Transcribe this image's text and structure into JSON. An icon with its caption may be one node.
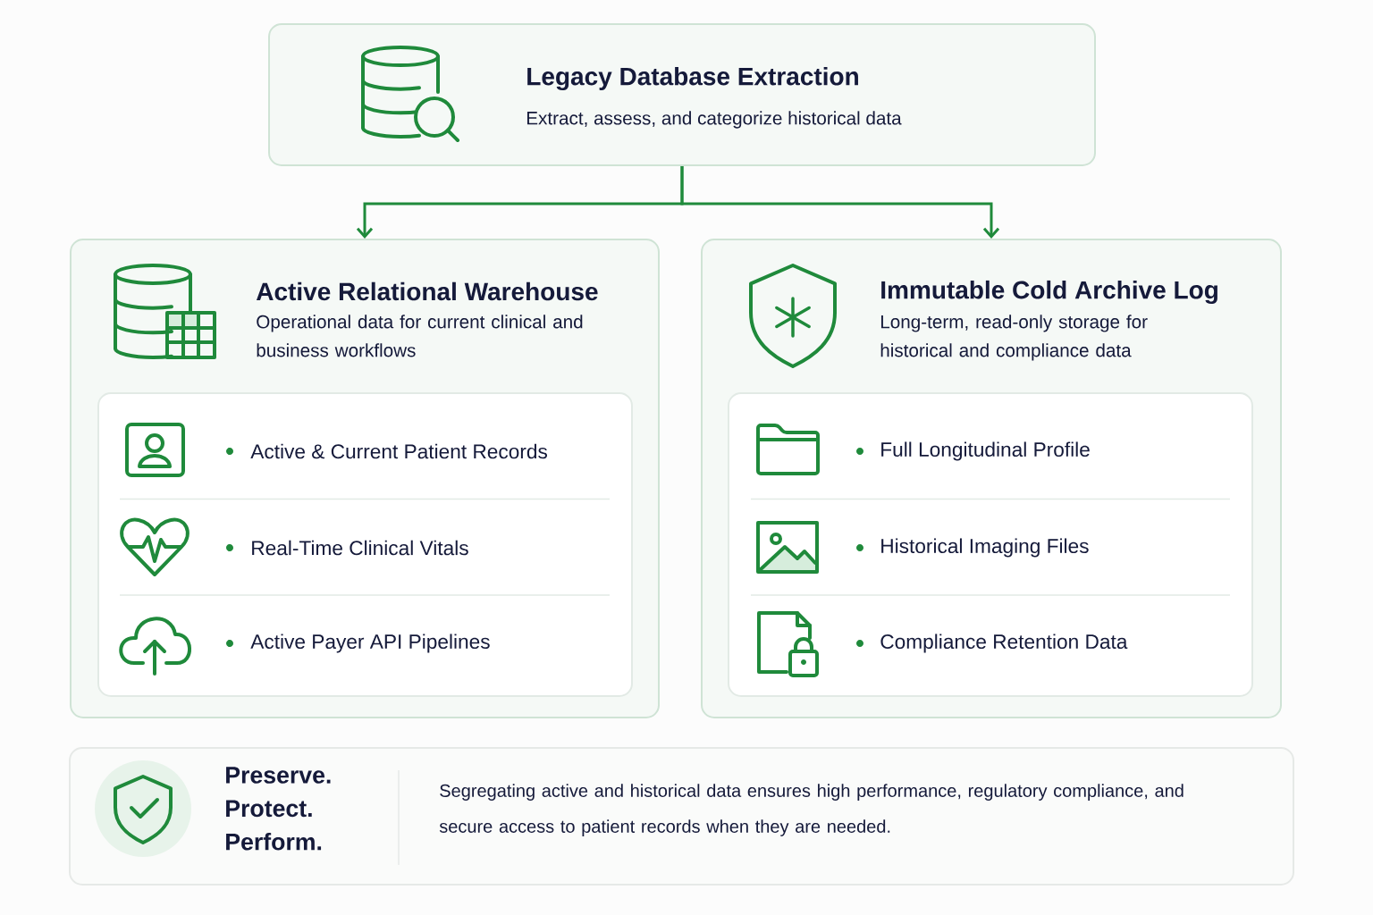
{
  "diagram": {
    "nodes": [
      {
        "text": [
          "Legacy Database Extraction",
          "Extract, assess, and categorize historical data"
        ]
      },
      {
        "text": [
          "Active Relational Warehouse",
          "Operational data for current clinical and business workflows"
        ]
      },
      {
        "text": [
          "Active & Current Patient Records",
          "Real-Time Clinical Vitals",
          "Active Payer API Pipelines"
        ],
        "in": 1
      },
      {
        "text": [
          "Immutable Cold Archive Log",
          "Long-term, read-only storage for historical and compliance data"
        ]
      },
      {
        "text": [
          "Full Longitudinal Profile",
          "Historical Imaging Files",
          "Compliance Retention Data"
        ],
        "in": 3
      },
      {
        "text": [
          "Preserve. Protect. Perform.",
          "Segregating active and historical data ensures high performance, regulatory compliance, and secure access to patient records when they are needed."
        ]
      }
    ],
    "edges": [
      {
        "from": 0,
        "to": 1,
        "arrow": "to"
      },
      {
        "from": 0,
        "to": 3,
        "arrow": "to"
      }
    ]
  }
}
